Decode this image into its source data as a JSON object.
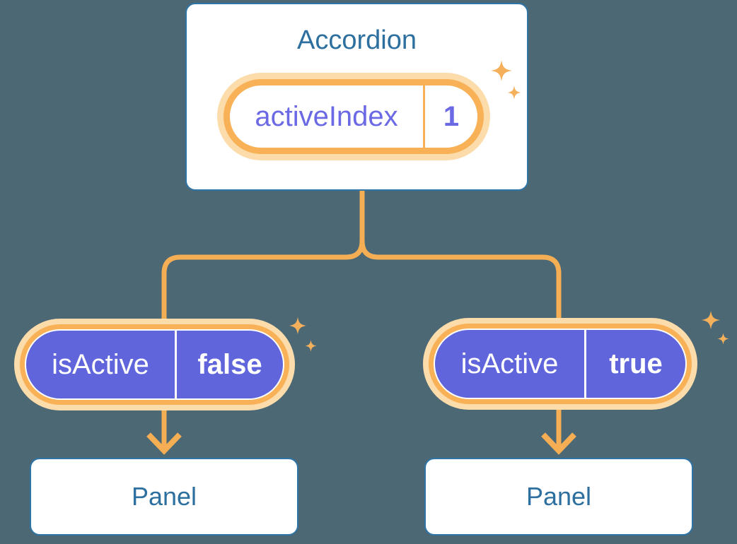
{
  "colors": {
    "background": "#4C6874",
    "box_border": "#2E74A6",
    "box_background": "#FFFFFF",
    "heading_text": "#2D6F9E",
    "connector_orange": "#F6AE55",
    "pill_ring_orange": "#F8B156",
    "pill_glow": "#FCDCAB",
    "pill_purple": "#6065DB",
    "pill_purple_text": "#6C69E4",
    "pill_white_text": "#FFFFFF",
    "sparkle_orange": "#F5B05C"
  },
  "accordion": {
    "title": "Accordion",
    "state": {
      "label": "activeIndex",
      "value": "1"
    }
  },
  "children": [
    {
      "prop": {
        "label": "isActive",
        "value": "false"
      },
      "panel": "Panel"
    },
    {
      "prop": {
        "label": "isActive",
        "value": "true"
      },
      "panel": "Panel"
    }
  ]
}
